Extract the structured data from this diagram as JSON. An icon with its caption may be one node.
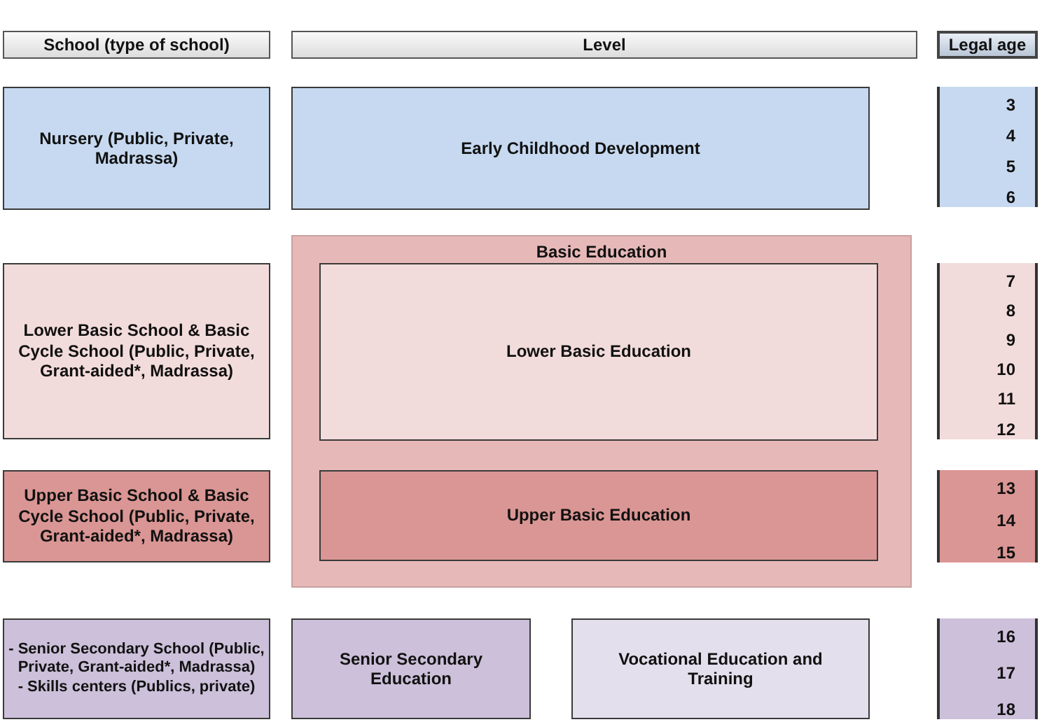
{
  "diagram": {
    "nodes": [
      {
        "text": [
          "School (type of school)"
        ]
      },
      {
        "text": [
          "Level"
        ]
      },
      {
        "text": [
          "Legal age"
        ]
      },
      {
        "text": [
          "Nursery (Public, Private, Madrassa)"
        ]
      },
      {
        "text": [
          "Early Childhood Development"
        ]
      },
      {
        "text": [
          "3",
          "4",
          "5",
          "6"
        ]
      },
      {
        "text": [
          "Basic Education"
        ]
      },
      {
        "text": [
          "Lower Basic School & Basic Cycle School (Public, Private, Grant-aided*, Madrassa)"
        ]
      },
      {
        "text": [
          "Lower Basic Education"
        ],
        "in": 6
      },
      {
        "text": [
          "7",
          "8",
          "9",
          "10",
          "11",
          "12"
        ]
      },
      {
        "text": [
          "Upper Basic School & Basic Cycle School (Public, Private, Grant-aided*, Madrassa)"
        ]
      },
      {
        "text": [
          "Upper Basic Education"
        ],
        "in": 6
      },
      {
        "text": [
          "13",
          "14",
          "15"
        ]
      },
      {
        "text": [
          "- Senior Secondary School (Public, Private, Grant-aided*, Madrassa)",
          "- Skills centers (Publics, private)"
        ]
      },
      {
        "text": [
          "Senior Secondary Education"
        ]
      },
      {
        "text": [
          "Vocational Education and Training"
        ]
      },
      {
        "text": [
          "16",
          "17",
          "18"
        ]
      }
    ],
    "edges": []
  }
}
